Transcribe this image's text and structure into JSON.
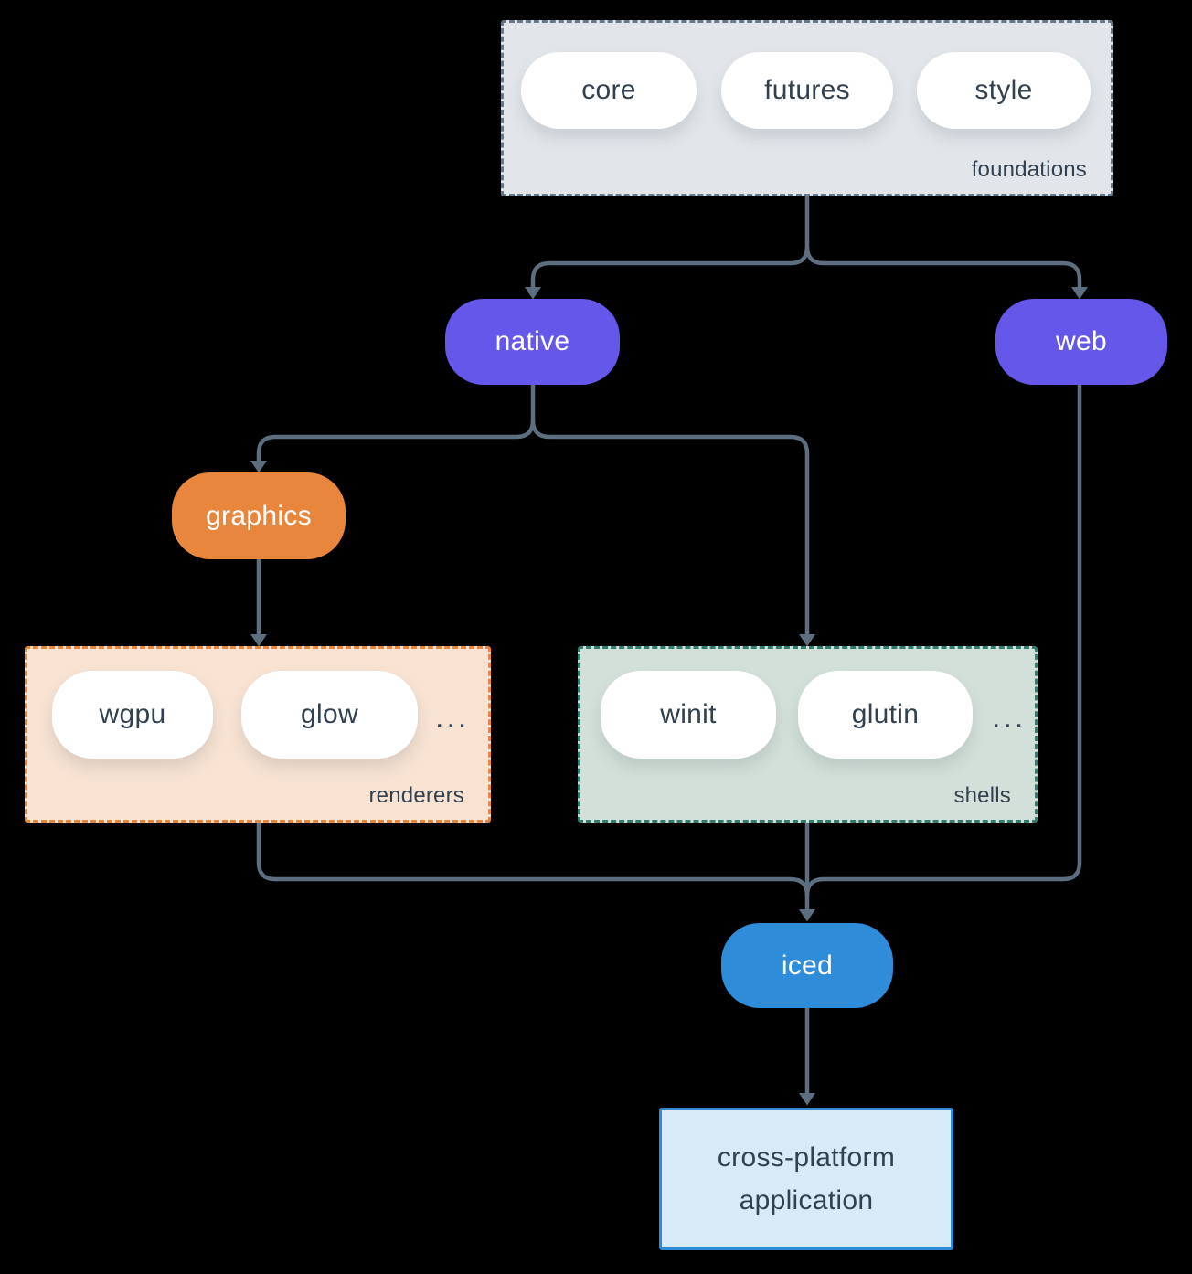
{
  "groups": {
    "foundations": {
      "label": "foundations",
      "items": [
        "core",
        "futures",
        "style"
      ]
    },
    "renderers": {
      "label": "renderers",
      "items": [
        "wgpu",
        "glow"
      ],
      "more": "..."
    },
    "shells": {
      "label": "shells",
      "items": [
        "winit",
        "glutin"
      ],
      "more": "..."
    }
  },
  "nodes": {
    "native": "native",
    "web": "web",
    "graphics": "graphics",
    "iced": "iced"
  },
  "application": {
    "line1": "cross-platform",
    "line2": "application"
  },
  "palette": {
    "background": "#000000",
    "connector": "#5c6e80",
    "text_dark": "#324150",
    "node_purple": "#6457ea",
    "node_orange": "#e8863d",
    "node_blue": "#2e8cd9",
    "foundations_fill": "#e2e6ea",
    "foundations_border": "#66788a",
    "renderers_fill": "#f8e3d3",
    "renderers_border": "#e8863d",
    "shells_fill": "#d3e0d9",
    "shells_border": "#2e7d6e",
    "application_fill": "#d8e9f8"
  }
}
